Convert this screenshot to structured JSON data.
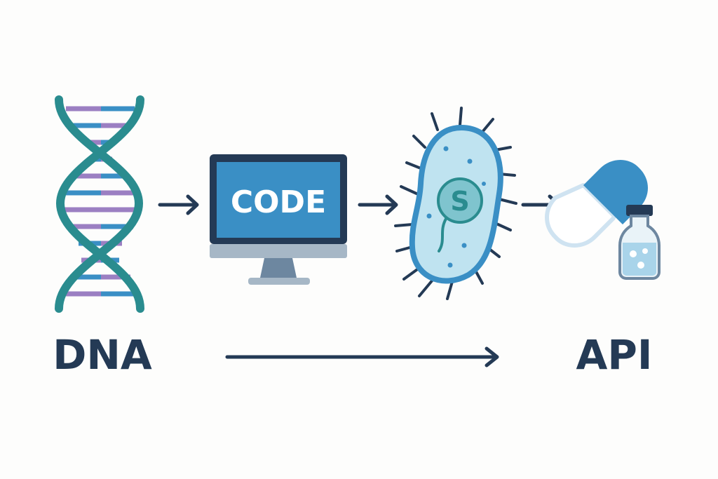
{
  "diagram": {
    "start_label": "DNA",
    "end_label": "API",
    "monitor_text": "CODE",
    "cell_symbol": "S"
  },
  "icons": {
    "dna": "dna-helix-icon",
    "computer": "computer-monitor-icon",
    "cell": "bacterium-cell-icon",
    "medicine": "capsule-and-vial-icon"
  },
  "colors": {
    "navy": "#243a55",
    "teal": "#2a8c8f",
    "blue": "#3a8fc5",
    "purple": "#9b7fc2",
    "light_blue": "#bfe3f0",
    "grey": "#a6b7c6"
  }
}
